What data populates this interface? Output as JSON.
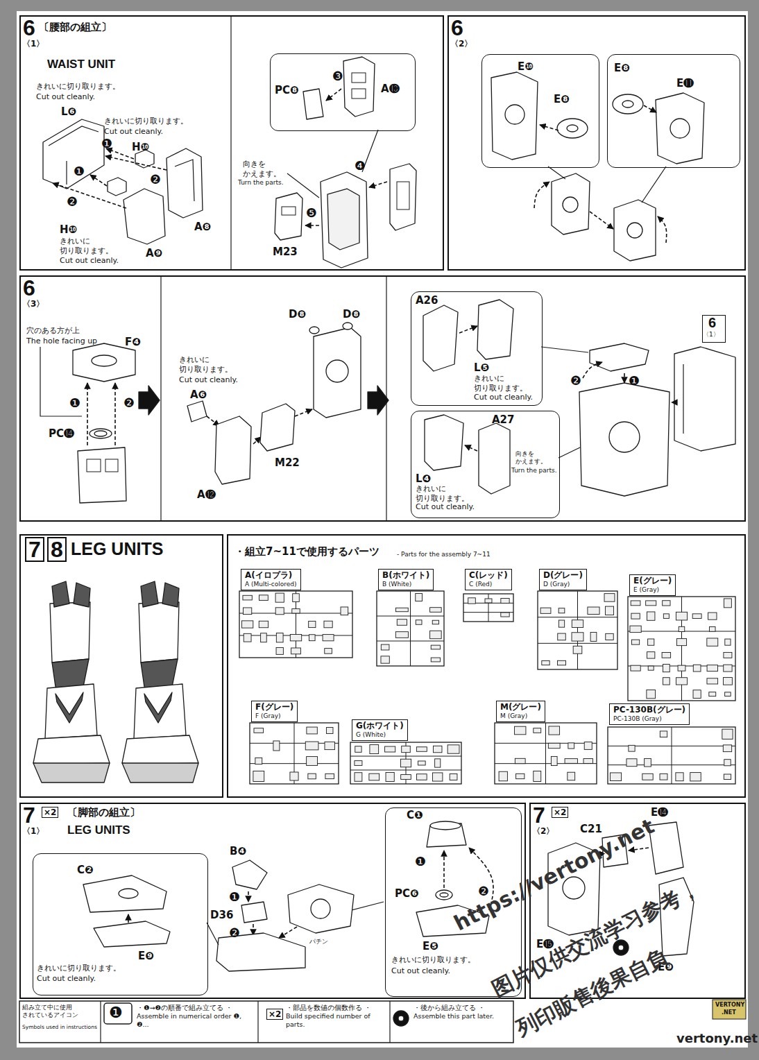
{
  "diagram": {
    "nodes": [
      {
        "text": [
          "6",
          "〈1〉",
          "〔腰部の組立〕",
          "WAIST UNIT"
        ]
      },
      {
        "text": [
          "❸",
          "PC❽",
          "A⓭"
        ],
        "in": 0
      },
      {
        "text": [
          "6",
          "〈2〉"
        ]
      },
      {
        "text": [
          "E❿",
          "E❽"
        ],
        "in": 2
      },
      {
        "text": [
          "E❽",
          "E⓫"
        ],
        "in": 2
      },
      {
        "text": [
          "6",
          "〈3〉"
        ]
      },
      {
        "text": [
          "A26",
          "L❺",
          "きれいに 切り取ります。",
          "Cut out cleanly."
        ],
        "in": 5
      },
      {
        "text": [
          "A27",
          "L❹",
          "きれいに 切り取ります。",
          "Cut out cleanly.",
          "向きを かえます。",
          "Turn the parts."
        ],
        "in": 5
      },
      {
        "text": [
          "6",
          "〈1〉"
        ],
        "in": 5
      },
      {
        "text": [
          "7",
          "8",
          "LEG UNITS"
        ]
      },
      {
        "text": [
          "・組立7~11で使用するパーツ",
          "- Parts for the assembly 7~11"
        ]
      },
      {
        "text": [
          "A(イロプラ)",
          "A (Multi-colored)"
        ],
        "in": 10
      },
      {
        "text": [
          "B(ホワイト)",
          "B (White)"
        ],
        "in": 10
      },
      {
        "text": [
          "C(レッド)",
          "C (Red)"
        ],
        "in": 10
      },
      {
        "text": [
          "D(グレー)",
          "D (Gray)"
        ],
        "in": 10
      },
      {
        "text": [
          "E(グレー)",
          "E (Gray)"
        ],
        "in": 10
      },
      {
        "text": [
          "F(グレー)",
          "F (Gray)"
        ],
        "in": 10
      },
      {
        "text": [
          "G(ホワイト)",
          "G (White)"
        ],
        "in": 10
      },
      {
        "text": [
          "M(グレー)",
          "M (Gray)"
        ],
        "in": 10
      },
      {
        "text": [
          "PC-130B(グレー)",
          "PC-130B (Gray)"
        ],
        "in": 10
      },
      {
        "text": [
          "7",
          "×2",
          "〈1〉",
          "〔脚部の組立〕",
          "LEG UNITS"
        ]
      },
      {
        "text": [
          "C❷",
          "E❾",
          "きれいに切り取ります。",
          "Cut out cleanly."
        ],
        "in": 20
      },
      {
        "text": [
          "C❶",
          "❶",
          "PC❻",
          "❷",
          "E❺",
          "きれいに切り取ります。",
          "Cut out cleanly."
        ],
        "in": 20
      },
      {
        "text": [
          "7",
          "×2",
          "〈2〉"
        ]
      }
    ],
    "labels": [
      "きれいに切り取ります。",
      "Cut out cleanly.",
      "L❻",
      "きれいに切り取ります。",
      "Cut out cleanly.",
      "❶",
      "H❿",
      "❶",
      "❷",
      "❷",
      "A❽",
      "H❿",
      "きれいに 切り取ります。",
      "Cut out cleanly.",
      "A❾",
      "向きを かえます。",
      "Turn the parts.",
      "❹",
      "❺",
      "M23",
      "穴のある方が上",
      "The hole facing up",
      "F❹",
      "❶",
      "❷",
      "PC⓮",
      "きれいに 切り取ります。",
      "Cut out cleanly.",
      "A❻",
      "A⓬",
      "M22",
      "D❽",
      "D❽",
      "❷",
      "❶",
      "B❹",
      "❶",
      "D36",
      "❷",
      "パチン",
      "E⓮",
      "C21",
      "E⓯",
      "E❾",
      "組み立て中に使用 されているアイコン",
      "Symbols used in instructions",
      "❶",
      "×2",
      "https://vertony.net",
      "图片仅供交流学习参考，",
      "列印販售後果自負",
      "VERTONY",
      ".NET",
      "vertony.net"
    ],
    "legend": [
      {
        "text": "・❶→❷の順番で組み立てる ・Assemble in numerical order ❶, ❷..."
      },
      {
        "text": "・部品を数値の個数作る ・Build specified number of parts."
      },
      {
        "text": "・後から組み立てる ・Assemble this part later."
      }
    ]
  }
}
